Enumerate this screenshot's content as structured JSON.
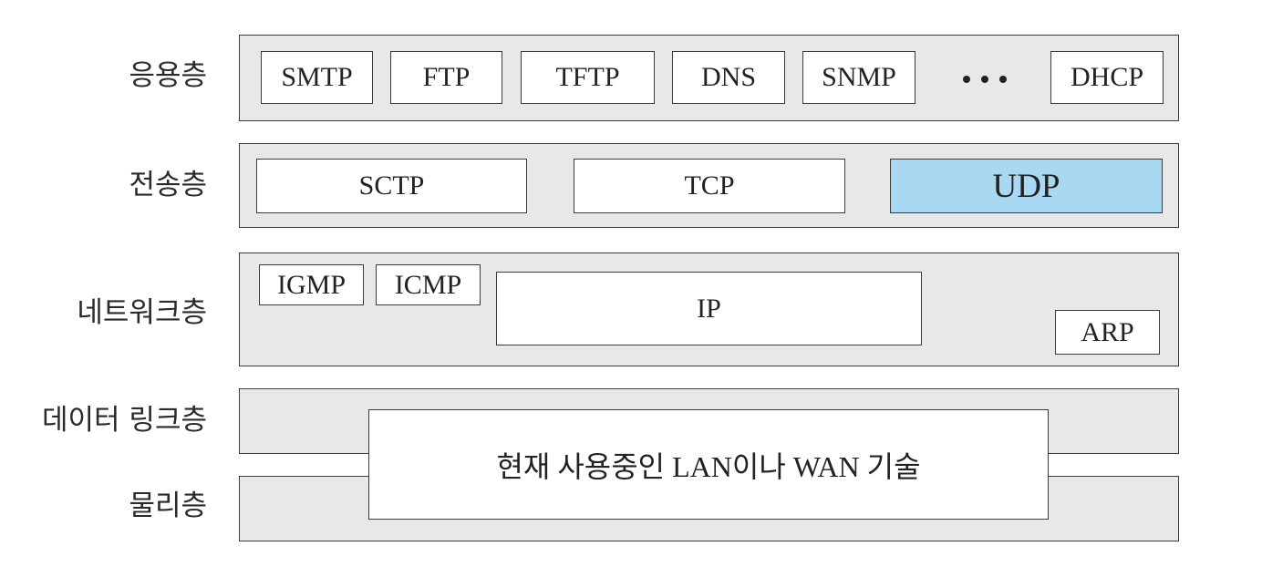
{
  "layers": {
    "application": "응용층",
    "transport": "전송층",
    "network": "네트워크층",
    "datalink": "데이터 링크층",
    "physical": "물리층"
  },
  "application_protocols": [
    "SMTP",
    "FTP",
    "TFTP",
    "DNS",
    "SNMP",
    "DHCP"
  ],
  "transport_protocols": [
    "SCTP",
    "TCP",
    "UDP"
  ],
  "network_protocols": {
    "igmp": "IGMP",
    "icmp": "ICMP",
    "ip": "IP",
    "arp": "ARP"
  },
  "lower_layers_text": "현재 사용중인 LAN이나 WAN 기술",
  "colors": {
    "band_fill": "#e8e8e9",
    "highlight_fill": "#a9d9f2",
    "border": "#3a3a3a"
  },
  "highlighted_protocol": "UDP"
}
